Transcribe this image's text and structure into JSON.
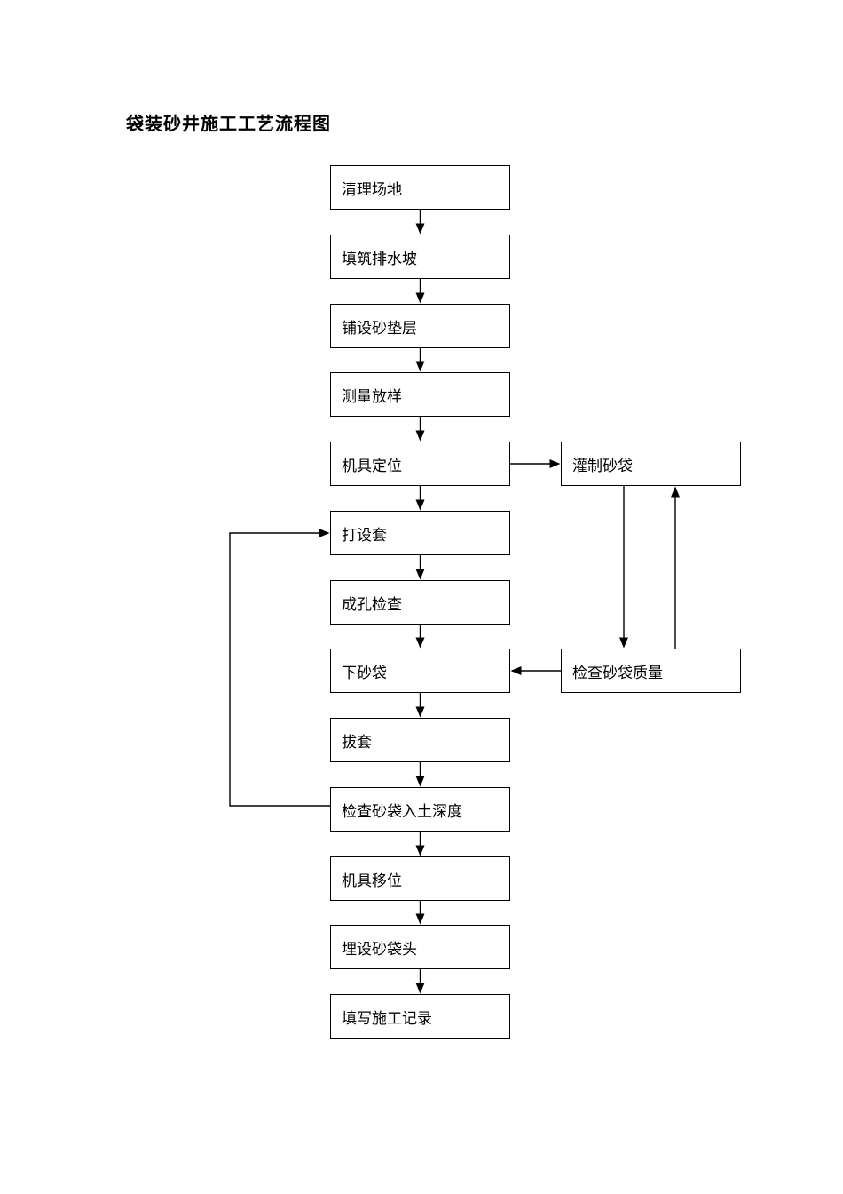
{
  "title": "袋装砂井施工工艺流程图",
  "flow": {
    "main_steps": [
      "清理场地",
      "填筑排水坡",
      "铺设砂垫层",
      "测量放样",
      "机具定位",
      "打设套",
      "成孔检查",
      "下砂袋",
      "拔套",
      "检查砂袋入土深度",
      "机具移位",
      "埋设砂袋头",
      "填写施工记录"
    ],
    "side_steps": [
      "灌制砂袋",
      "检查砂袋质量"
    ]
  },
  "colors": {
    "line": "#000000",
    "box_border": "#000000",
    "background": "#ffffff",
    "text": "#000000"
  }
}
